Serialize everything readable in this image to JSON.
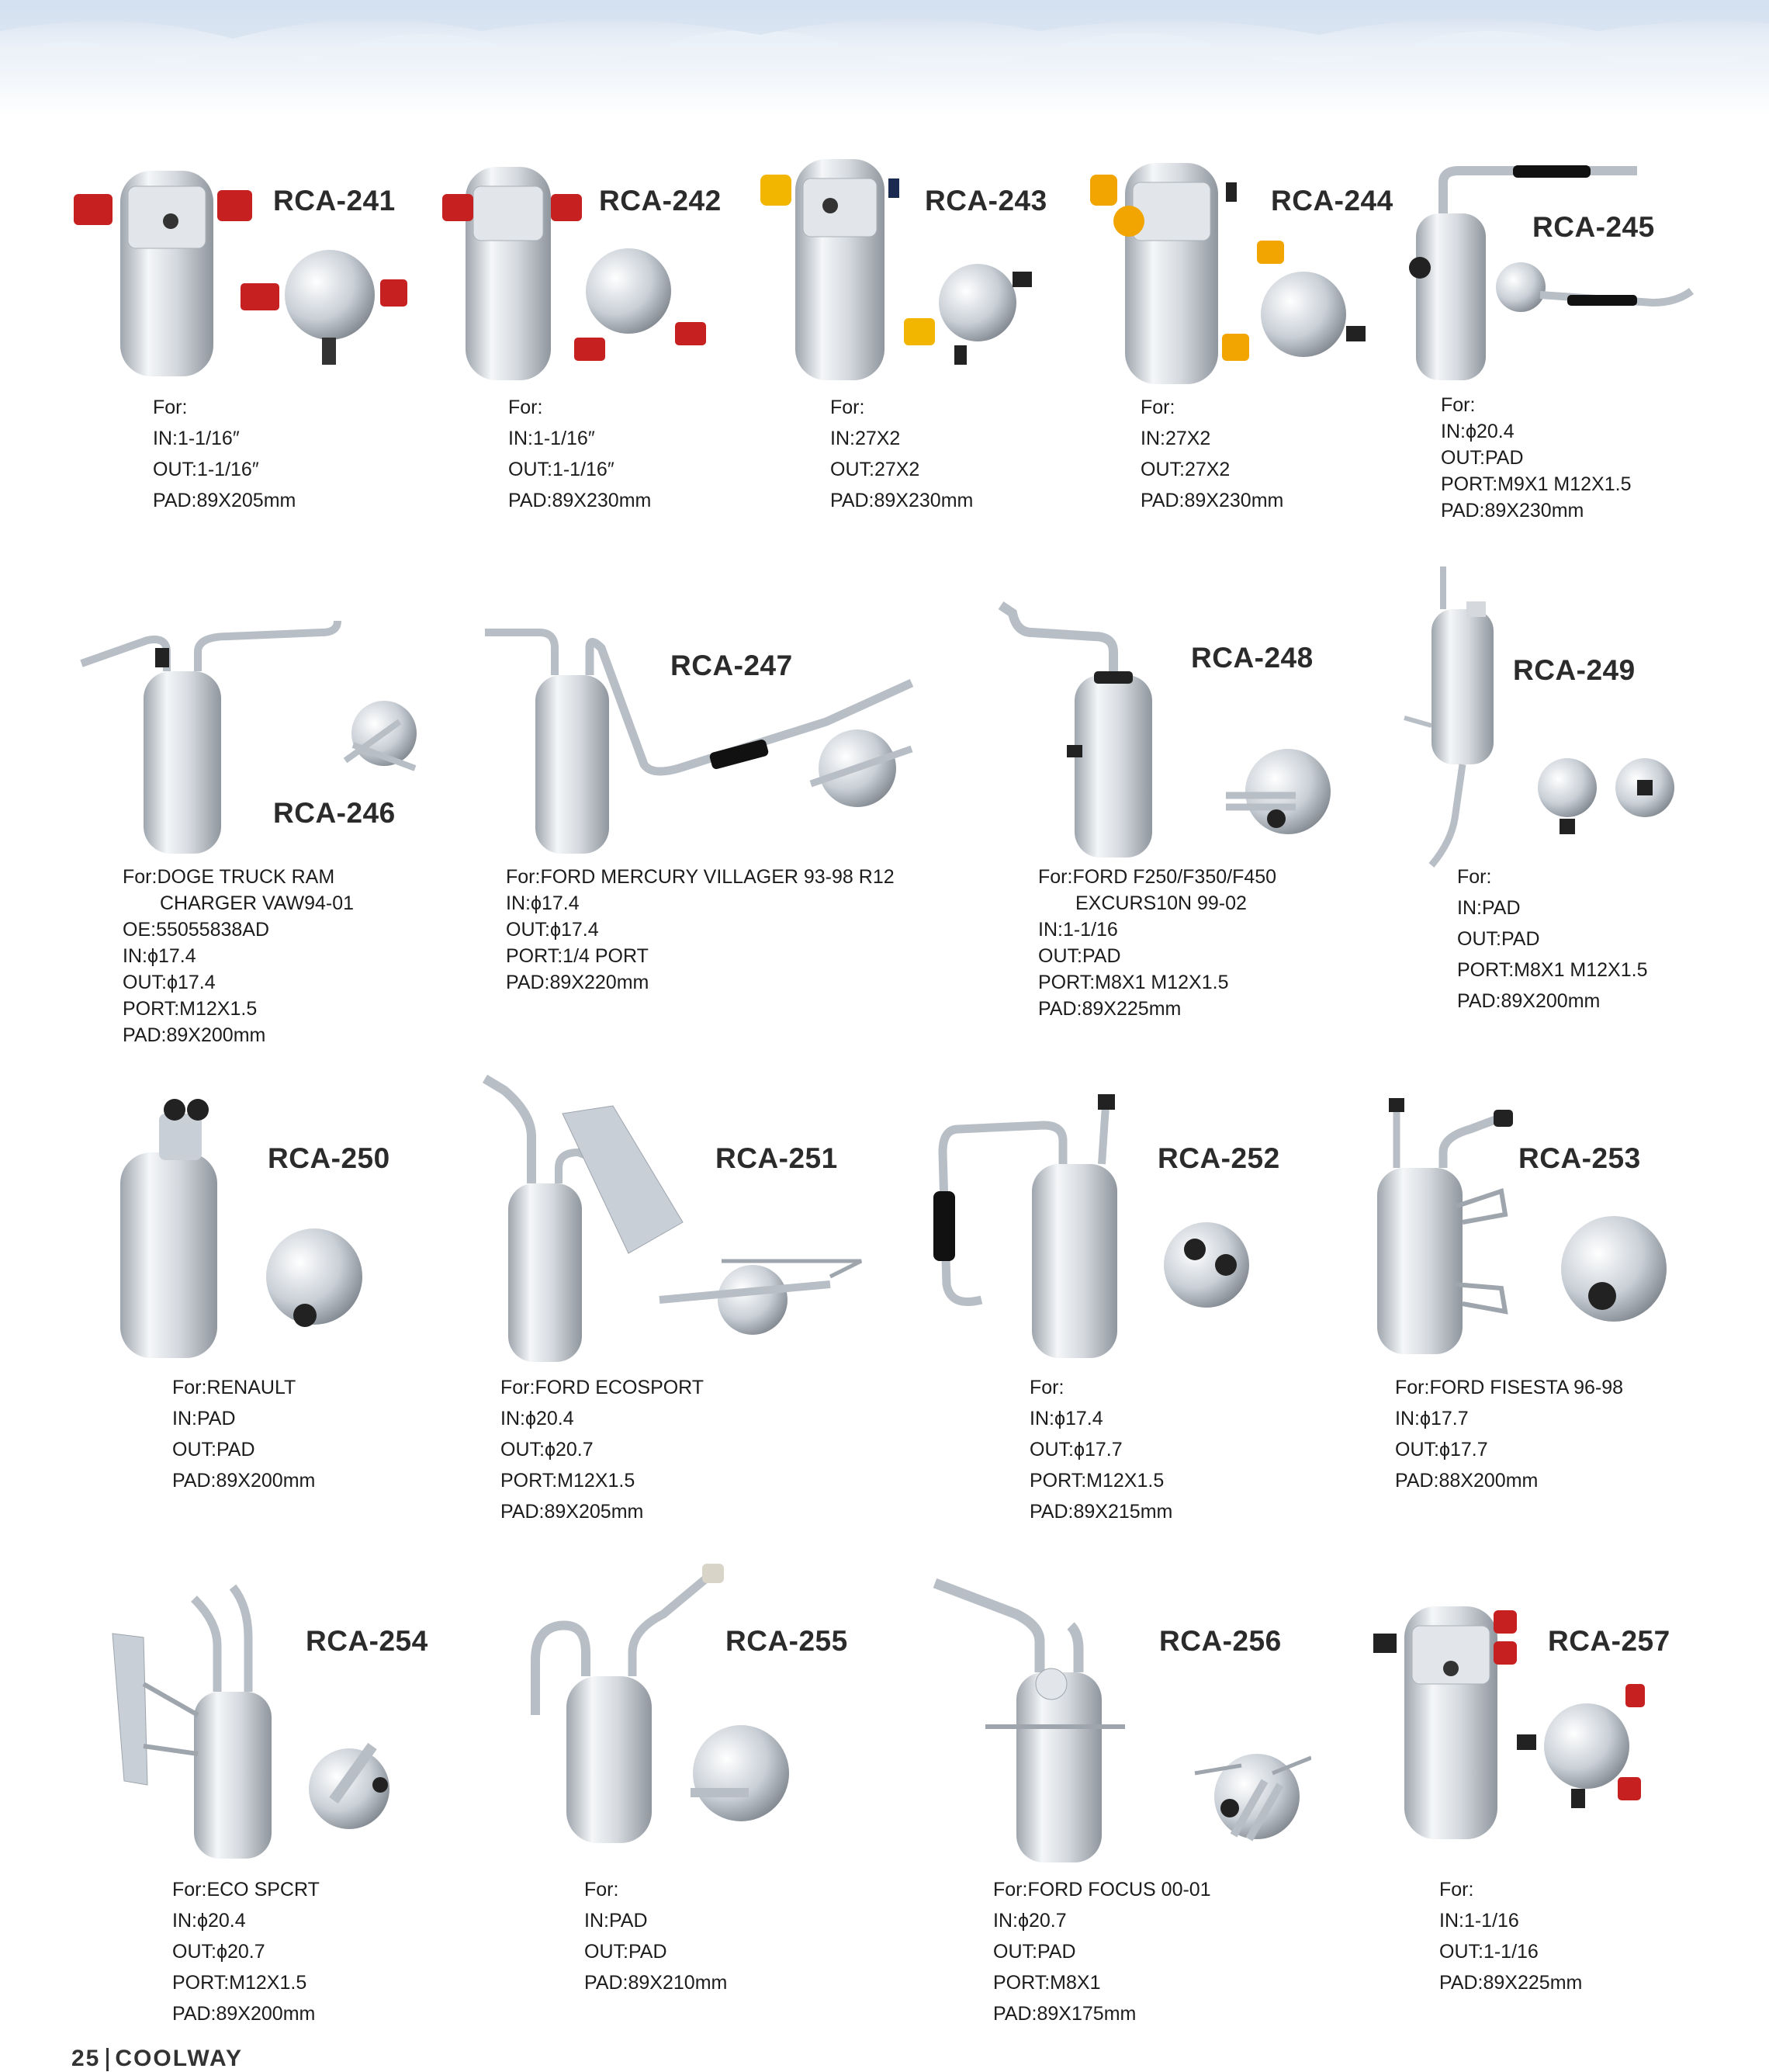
{
  "items": [
    {
      "model": "RCA-241",
      "lines": [
        "For:",
        "IN:1-1/16″",
        "OUT:1-1/16″",
        "PAD:89X205mm"
      ]
    },
    {
      "model": "RCA-242",
      "lines": [
        "For:",
        "IN:1-1/16″",
        "OUT:1-1/16″",
        "PAD:89X230mm"
      ]
    },
    {
      "model": "RCA-243",
      "lines": [
        "For:",
        "IN:27X2",
        "OUT:27X2",
        "PAD:89X230mm"
      ]
    },
    {
      "model": "RCA-244",
      "lines": [
        "For:",
        "IN:27X2",
        "OUT:27X2",
        "PAD:89X230mm"
      ]
    },
    {
      "model": "RCA-245",
      "lines": [
        "For:",
        "IN:ϕ20.4",
        "OUT:PAD",
        "PORT:M9X1  M12X1.5",
        "PAD:89X230mm"
      ]
    },
    {
      "model": "RCA-246",
      "lines": [
        "For:DOGE TRUCK RAM",
        "CHARGER VAW94-01",
        "OE:55055838AD",
        "IN:ϕ17.4",
        "OUT:ϕ17.4",
        "PORT:M12X1.5",
        "PAD:89X200mm"
      ]
    },
    {
      "model": "RCA-247",
      "lines": [
        "For:FORD MERCURY VILLAGER 93-98 R12",
        "IN:ϕ17.4",
        "OUT:ϕ17.4",
        "PORT:1/4 PORT",
        "PAD:89X220mm"
      ]
    },
    {
      "model": "RCA-248",
      "lines": [
        "For:FORD F250/F350/F450",
        "EXCURS10N 99-02",
        "IN:1-1/16",
        "OUT:PAD",
        "PORT:M8X1  M12X1.5",
        "PAD:89X225mm"
      ]
    },
    {
      "model": "RCA-249",
      "lines": [
        "For:",
        "IN:PAD",
        "OUT:PAD",
        "PORT:M8X1  M12X1.5",
        "PAD:89X200mm"
      ]
    },
    {
      "model": "RCA-250",
      "lines": [
        "For:RENAULT",
        "IN:PAD",
        "OUT:PAD",
        "PAD:89X200mm"
      ]
    },
    {
      "model": "RCA-251",
      "lines": [
        "For:FORD ECOSPORT",
        "IN:ϕ20.4",
        "OUT:ϕ20.7",
        "PORT:M12X1.5",
        "PAD:89X205mm"
      ]
    },
    {
      "model": "RCA-252",
      "lines": [
        "For:",
        "IN:ϕ17.4",
        "OUT:ϕ17.7",
        "PORT:M12X1.5",
        "PAD:89X215mm"
      ]
    },
    {
      "model": "RCA-253",
      "lines": [
        "For:FORD FISESTA 96-98",
        "IN:ϕ17.7",
        "OUT:ϕ17.7",
        "PAD:88X200mm"
      ]
    },
    {
      "model": "RCA-254",
      "lines": [
        "For:ECO SPCRT",
        "IN:ϕ20.4",
        "OUT:ϕ20.7",
        "PORT:M12X1.5",
        "PAD:89X200mm"
      ]
    },
    {
      "model": "RCA-255",
      "lines": [
        "For:",
        "IN:PAD",
        "OUT:PAD",
        "PAD:89X210mm"
      ]
    },
    {
      "model": "RCA-256",
      "lines": [
        "For:FORD FOCUS 00-01",
        "IN:ϕ20.7",
        "OUT:PAD",
        "PORT:M8X1",
        "PAD:89X175mm"
      ]
    },
    {
      "model": "RCA-257",
      "lines": [
        "For:",
        "IN:1-1/16",
        "OUT:1-1/16",
        "PAD:89X225mm"
      ]
    }
  ],
  "footer": {
    "page": "25",
    "section": "COOLWAY"
  }
}
